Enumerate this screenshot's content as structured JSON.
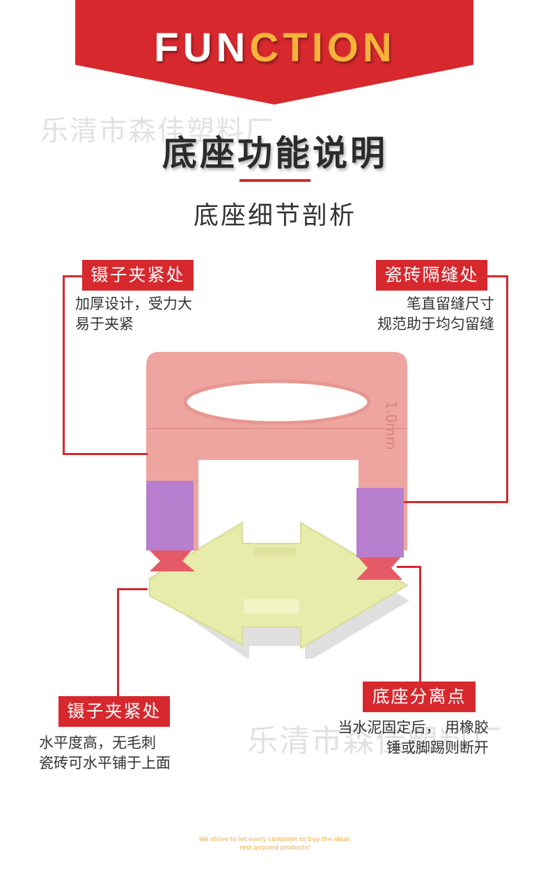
{
  "banner": {
    "title_part1": "FUN",
    "title_part2": "CTION",
    "color_red": "#d7282e",
    "color_yellow": "#f6b23b"
  },
  "watermark": "乐清市森佳塑料厂",
  "heading": "底座功能说明",
  "subheading": "底座细节剖析",
  "callouts": [
    {
      "tag": "镊子夹紧处",
      "lines": [
        "加厚设计，受力大",
        "易于夹紧"
      ]
    },
    {
      "tag": "瓷砖隔缝处",
      "lines": [
        "笔直留缝尺寸",
        "规范助于均匀留缝"
      ]
    },
    {
      "tag": "镊子夹紧处",
      "lines": [
        "水平度高，无毛刺",
        "瓷砖可水平铺于上面"
      ]
    },
    {
      "tag": "底座分离点",
      "lines": [
        "当水泥固定后， 用橡胶",
        "锤或脚踢则断开"
      ]
    }
  ],
  "product": {
    "size_label": "1.0mm",
    "colors": {
      "clip": "#eea5a0",
      "purple": "#b67ecd",
      "base": "#e8ecab",
      "breakpoint": "#e65a68"
    }
  },
  "footer": {
    "line1": "We strive to let every customer to buy the ideal,",
    "line2": "rest assured products!"
  }
}
